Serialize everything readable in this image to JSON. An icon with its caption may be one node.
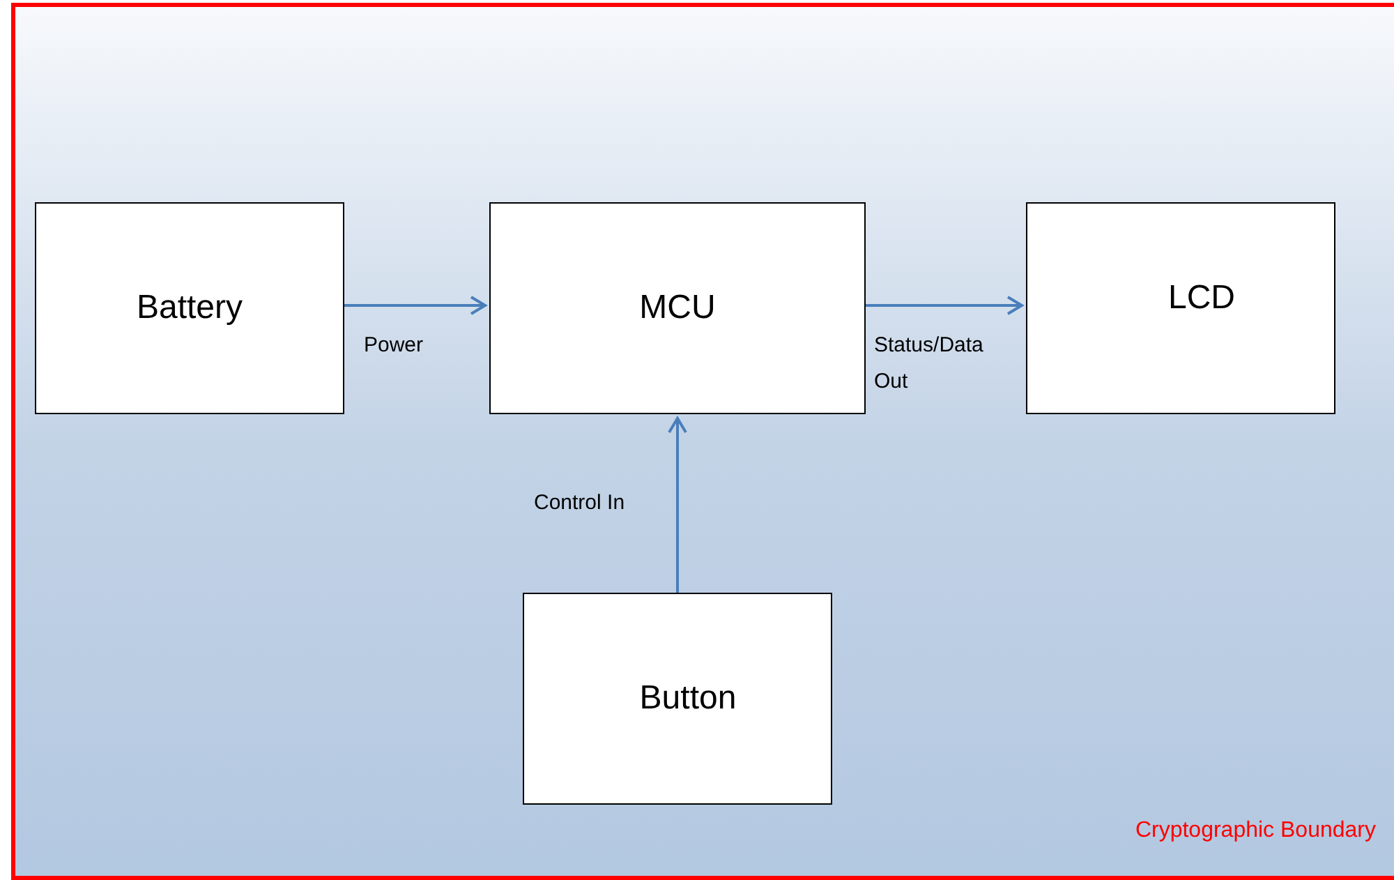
{
  "diagram": {
    "nodes": [
      {
        "text": [
          "Cryptographic Boundary"
        ]
      },
      {
        "text": [
          "Battery"
        ],
        "in": 0
      },
      {
        "text": [
          "MCU"
        ],
        "in": 0
      },
      {
        "text": [
          "LCD"
        ],
        "in": 0
      },
      {
        "text": [
          "Button"
        ],
        "in": 0
      }
    ],
    "edges": [
      {
        "from": 1,
        "to": 2,
        "arrow": "to",
        "label": "Power"
      },
      {
        "from": 2,
        "to": 3,
        "arrow": "to",
        "label": "Status/Data Out"
      },
      {
        "from": 4,
        "to": 2,
        "arrow": "to",
        "label": "Control In"
      }
    ]
  }
}
